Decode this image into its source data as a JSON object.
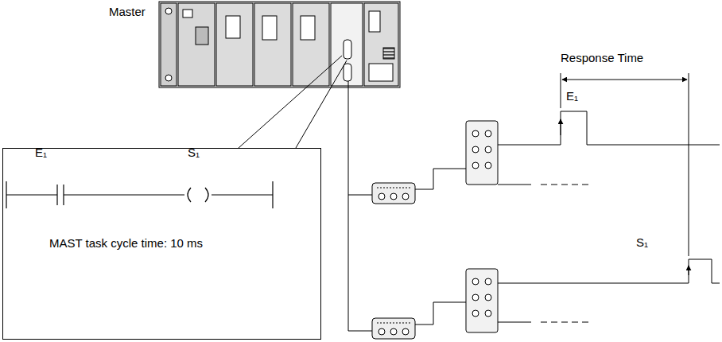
{
  "diagram": {
    "nodes": [
      {
        "text": [
          "E₁",
          "S₁",
          "MAST task cycle time: 10 ms"
        ]
      }
    ],
    "labels": [
      "Master",
      "Response Time",
      "E₁",
      "S₁"
    ]
  }
}
